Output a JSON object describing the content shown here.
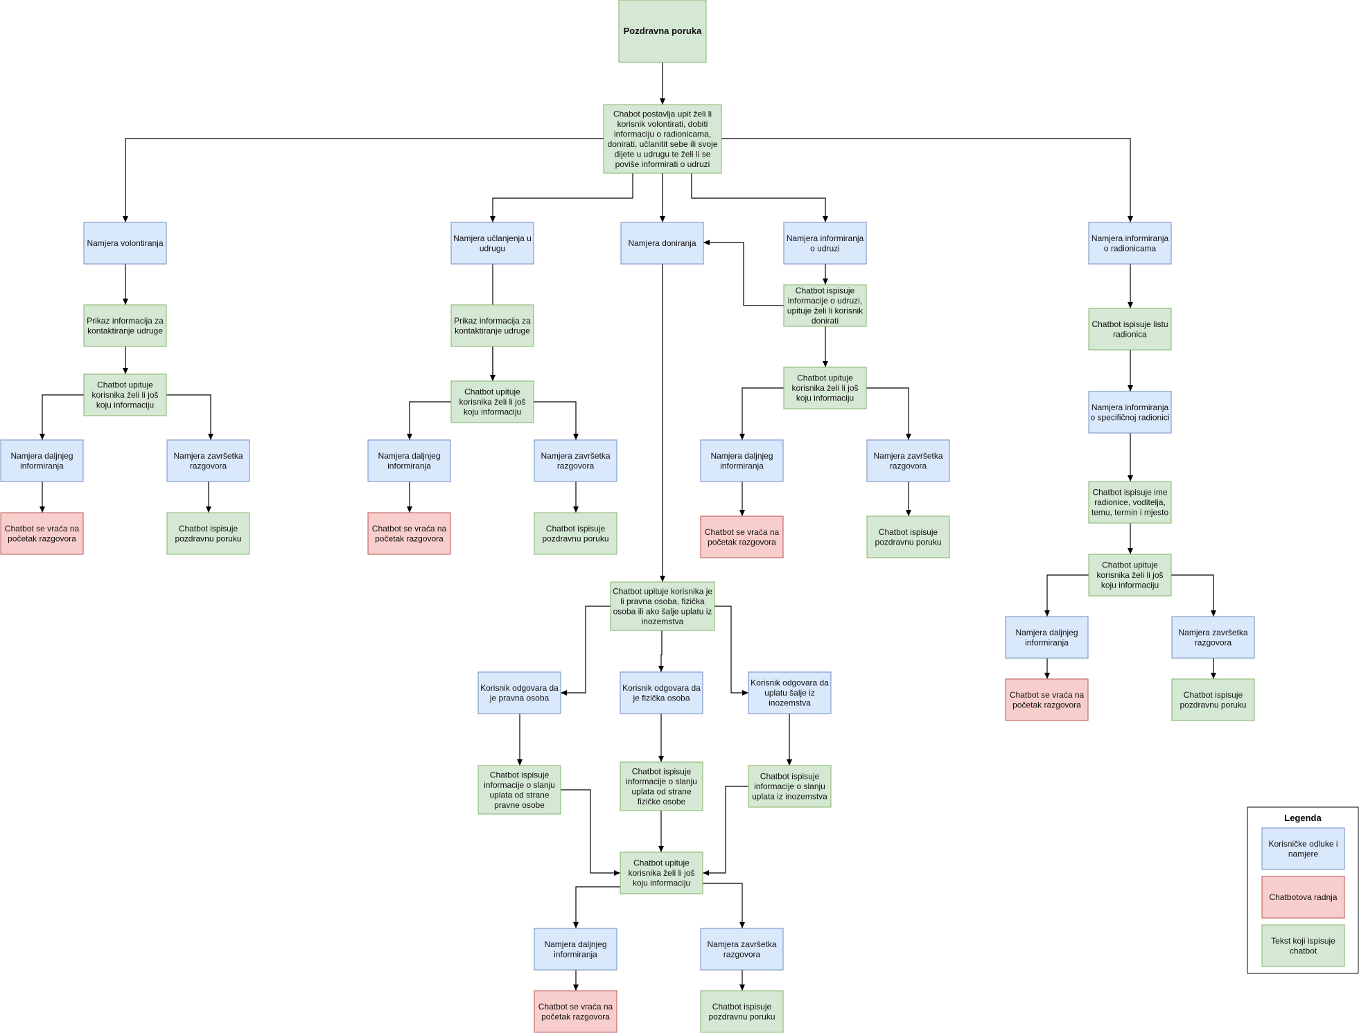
{
  "colors": {
    "user_intent": "#dae8fc",
    "chatbot_action": "#f8cecc",
    "chatbot_text": "#d5e8d4"
  },
  "nodes": {
    "welcome": {
      "lines": [
        "Pozdravna poruka"
      ],
      "kind": "green"
    },
    "main_question": {
      "lines": [
        "Chabot postavlja upit želi li",
        "korisnik volontirati, dobiti",
        "informaciju o radionicama,",
        "donirati, učlanitit sebe ili svoje",
        "dijete u udrugu te želi li se",
        "poviše informirati o udruzi"
      ],
      "kind": "green"
    },
    "vol_intent": {
      "lines": [
        "Namjera volontiranja"
      ],
      "kind": "blue"
    },
    "vol_contact": {
      "lines": [
        "Prikaz informacija za",
        "kontaktiranje udruge"
      ],
      "kind": "green"
    },
    "vol_ask": {
      "lines": [
        "Chatbot upituje",
        "korisnika želi li još",
        "koju informaciju"
      ],
      "kind": "green"
    },
    "vol_more": {
      "lines": [
        "Namjera daljnjeg",
        "informiranja"
      ],
      "kind": "blue"
    },
    "vol_end": {
      "lines": [
        "Namjera završetka",
        "razgovora"
      ],
      "kind": "blue"
    },
    "vol_restart": {
      "lines": [
        "Chatbot se vraća na",
        "početak razgovora"
      ],
      "kind": "red"
    },
    "vol_bye": {
      "lines": [
        "Chatbot ispisuje",
        "pozdravnu poruku"
      ],
      "kind": "green"
    },
    "mem_intent": {
      "lines": [
        "Namjera učlanjenja u",
        "udrugu"
      ],
      "kind": "blue"
    },
    "mem_contact": {
      "lines": [
        "Prikaz informacija za",
        "kontaktiranje udruge"
      ],
      "kind": "green"
    },
    "mem_ask": {
      "lines": [
        "Chatbot upituje",
        "korisnika želi li još",
        "koju informaciju"
      ],
      "kind": "green"
    },
    "mem_more": {
      "lines": [
        "Namjera daljnjeg",
        "informiranja"
      ],
      "kind": "blue"
    },
    "mem_end": {
      "lines": [
        "Namjera završetka",
        "razgovora"
      ],
      "kind": "blue"
    },
    "mem_restart": {
      "lines": [
        "Chatbot se vraća na",
        "početak razgovora"
      ],
      "kind": "red"
    },
    "mem_bye": {
      "lines": [
        "Chatbot ispisuje",
        "pozdravnu poruku"
      ],
      "kind": "green"
    },
    "don_intent": {
      "lines": [
        "Namjera doniranja"
      ],
      "kind": "blue"
    },
    "don_ask_type": {
      "lines": [
        "Chatbot upituje korisnika je",
        "li pravna osoba, fizička",
        "osoba ili ako šalje uplatu iz",
        "inozemstva"
      ],
      "kind": "green"
    },
    "don_legal": {
      "lines": [
        "Korisnik odgovara da",
        "je pravna osoba"
      ],
      "kind": "blue"
    },
    "don_natural": {
      "lines": [
        "Korisnik odgovara da",
        "je fizička osoba"
      ],
      "kind": "blue"
    },
    "don_abroad": {
      "lines": [
        "Korisnik odgovara da",
        "uplatu šalje iz",
        "inozemstva"
      ],
      "kind": "blue"
    },
    "don_legal_info": {
      "lines": [
        "Chatbot ispisuje",
        "informacije o slanju",
        "uplata od strane",
        "pravne osobe"
      ],
      "kind": "green"
    },
    "don_natural_info": {
      "lines": [
        "Chatbot ispisuje",
        "informacije o slanju",
        "uplata od strane",
        "fizičke osobe"
      ],
      "kind": "green"
    },
    "don_abroad_info": {
      "lines": [
        "Chatbot ispisuje",
        "informacije o slanju",
        "uplata iz inozemstva"
      ],
      "kind": "green"
    },
    "don_ask": {
      "lines": [
        "Chatbot upituje",
        "korisnika želi li još",
        "koju informaciju"
      ],
      "kind": "green"
    },
    "don_more": {
      "lines": [
        "Namjera daljnjeg",
        "informiranja"
      ],
      "kind": "blue"
    },
    "don_end": {
      "lines": [
        "Namjera završetka",
        "razgovora"
      ],
      "kind": "blue"
    },
    "don_restart": {
      "lines": [
        "Chatbot se vraća na",
        "početak razgovora"
      ],
      "kind": "red"
    },
    "don_bye": {
      "lines": [
        "Chatbot ispisuje",
        "pozdravnu poruku"
      ],
      "kind": "green"
    },
    "org_intent": {
      "lines": [
        "Namjera informiranja",
        "o udruzi"
      ],
      "kind": "blue"
    },
    "org_info": {
      "lines": [
        "Chatbot ispisuje",
        "informacije o udruzi,",
        "upituje želi li korisnik",
        "donirati"
      ],
      "kind": "green"
    },
    "org_ask": {
      "lines": [
        "Chatbot upituje",
        "korisnika želi li još",
        "koju informaciju"
      ],
      "kind": "green"
    },
    "org_more": {
      "lines": [
        "Namjera daljnjeg",
        "informiranja"
      ],
      "kind": "blue"
    },
    "org_end": {
      "lines": [
        "Namjera završetka",
        "razgovora"
      ],
      "kind": "blue"
    },
    "org_restart": {
      "lines": [
        "Chatbot se vraća na",
        "početak razgovora"
      ],
      "kind": "red"
    },
    "org_bye": {
      "lines": [
        "Chatbot ispisuje",
        "pozdravnu poruku"
      ],
      "kind": "green"
    },
    "ws_intent": {
      "lines": [
        "Namjera informiranja",
        "o radionicama"
      ],
      "kind": "blue"
    },
    "ws_list": {
      "lines": [
        "Chatbot ispisuje listu",
        "radionica"
      ],
      "kind": "green"
    },
    "ws_specific": {
      "lines": [
        "Namjera informiranja",
        "o specifičnoj radionici"
      ],
      "kind": "blue"
    },
    "ws_details": {
      "lines": [
        "Chatbot ispisuje ime",
        "radionice, voditelja,",
        "temu, termin i mjesto"
      ],
      "kind": "green"
    },
    "ws_ask": {
      "lines": [
        "Chatbot upituje",
        "korisnika želi li još",
        "koju informaciju"
      ],
      "kind": "green"
    },
    "ws_more": {
      "lines": [
        "Namjera daljnjeg",
        "informiranja"
      ],
      "kind": "blue"
    },
    "ws_end": {
      "lines": [
        "Namjera završetka",
        "razgovora"
      ],
      "kind": "blue"
    },
    "ws_restart": {
      "lines": [
        "Chatbot se vraća na",
        "početak razgovora"
      ],
      "kind": "red"
    },
    "ws_bye": {
      "lines": [
        "Chatbot ispisuje",
        "pozdravnu poruku"
      ],
      "kind": "green"
    }
  },
  "legend": {
    "title": "Legenda",
    "items": [
      {
        "lines": [
          "Korisničke odluke i",
          "namjere"
        ],
        "kind": "blue"
      },
      {
        "lines": [
          "Chatbotova radnja"
        ],
        "kind": "red"
      },
      {
        "lines": [
          "Tekst koji ispisuje",
          "chatbot"
        ],
        "kind": "green"
      }
    ]
  }
}
